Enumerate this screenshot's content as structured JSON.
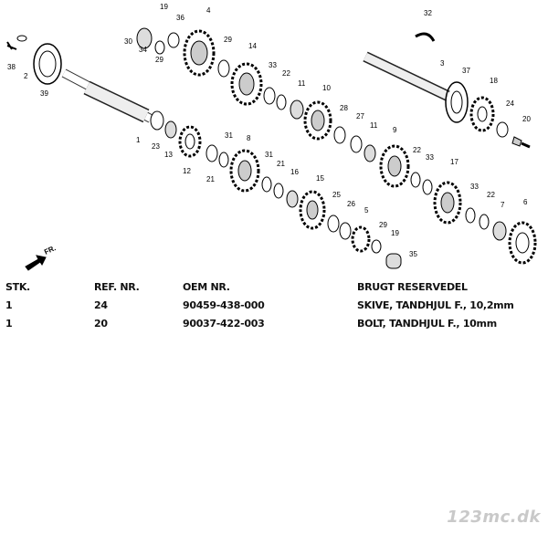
{
  "diagram": {
    "callouts": [
      "19",
      "36",
      "4",
      "32",
      "30",
      "34",
      "29",
      "14",
      "29",
      "33",
      "22",
      "11",
      "10",
      "3",
      "37",
      "18",
      "38",
      "2",
      "39",
      "28",
      "27",
      "11",
      "24",
      "20",
      "23",
      "13",
      "12",
      "31",
      "8",
      "31",
      "21",
      "16",
      "9",
      "22",
      "33",
      "17",
      "1",
      "21",
      "15",
      "25",
      "26",
      "5",
      "29",
      "19",
      "35",
      "33",
      "22",
      "7",
      "6"
    ],
    "direction_label": "FR."
  },
  "table": {
    "headers": {
      "qty": "STK.",
      "ref": "REF. NR.",
      "oem": "OEM NR.",
      "desc": "BRUGT RESERVEDEL"
    },
    "rows": [
      {
        "qty": "1",
        "ref": "24",
        "oem": "90459-438-000",
        "desc": "SKIVE, TANDHJUL F., 10,2mm"
      },
      {
        "qty": "1",
        "ref": "20",
        "oem": "90037-422-003",
        "desc": "BOLT, TANDHJUL F., 10mm"
      }
    ]
  },
  "watermark": "123mc.dk"
}
